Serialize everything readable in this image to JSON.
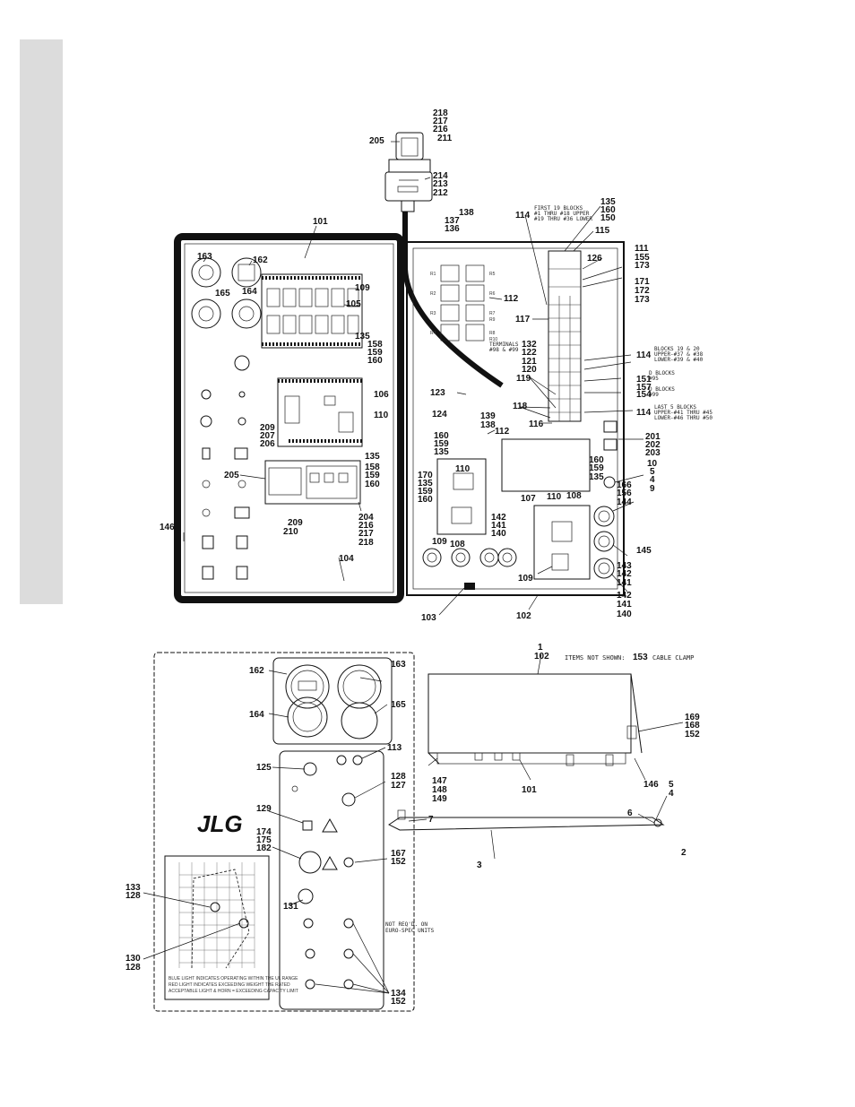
{
  "brand": {
    "logo_text": "JLG"
  },
  "notes": {
    "items_not_shown_prefix": "ITEMS NOT SHOWN:",
    "items_not_shown_number": "153",
    "items_not_shown_suffix": "CABLE CLAMP",
    "first_blocks": [
      "FIRST 19 BLOCKS",
      "#1 THRU #18 UPPER",
      "#19 THRU #36 LOWER"
    ],
    "blocks_19_20": [
      "BLOCKS 19 & 20",
      "UPPER-#37 & #38",
      "LOWER-#39 & #40"
    ],
    "blocks_d1": [
      "D BLOCKS",
      "#95"
    ],
    "blocks_d2": [
      "D BLOCKS",
      "#99"
    ],
    "last_blocks": [
      "LAST 5 BLOCKS",
      "UPPER-#41 THRU #45",
      "LOWER-#46 THRU #50"
    ],
    "terminals": [
      "TERMINALS",
      "#98 & #99"
    ],
    "not_reqd": [
      "NOT REQ'D. ON",
      "EURO-SPEC UNITS"
    ],
    "chart_caption": [
      "BLUE LIGHT INDICATES OPERATING WITHIN THE UL RANGE",
      "RED LIGHT INDICATES EXCEEDING WEIGHT THE RATED",
      "ACCEPTABLE LIGHT & HORN = EXCEEDING CAPACITY LIMIT"
    ]
  },
  "relay_tags": [
    "R1",
    "R2",
    "R3",
    "R4",
    "R5",
    "R6",
    "R7",
    "R8",
    "R9",
    "R10"
  ],
  "callouts": {
    "c218": "218",
    "c217": "217",
    "c216": "216",
    "c211": "211",
    "c205a": "205",
    "c214": "214",
    "c213": "213",
    "c212": "212",
    "c101a": "101",
    "c163a": "163",
    "c162a": "162",
    "c165a": "165",
    "c164a": "164",
    "c109a": "109",
    "c105": "105",
    "c135a": "135",
    "c158a": "158",
    "c159a": "159",
    "c160a": "160",
    "c106": "106",
    "c110a": "110",
    "c135b": "135",
    "c158b": "158",
    "c159b": "159",
    "c160b": "160",
    "c209a": "209",
    "c207": "207",
    "c206": "206",
    "c205b": "205",
    "c209b": "209",
    "c210": "210",
    "c204": "204",
    "c216b": "216",
    "c217b": "217",
    "c218b": "218",
    "c146a": "146",
    "c104": "104",
    "c138a": "138",
    "c137": "137",
    "c136": "136",
    "c112a": "112",
    "c114a": "114",
    "c135c": "135",
    "c160c": "160",
    "c150": "150",
    "c115": "115",
    "c126": "126",
    "c111": "111",
    "c155": "155",
    "c173a": "173",
    "c171": "171",
    "c172": "172",
    "c173b": "173",
    "c117": "117",
    "c132": "132",
    "c122": "122",
    "c121": "121",
    "c120": "120",
    "c119": "119",
    "c114b": "114",
    "c151": "151",
    "c157": "157",
    "c154": "154",
    "c118": "118",
    "c114c": "114",
    "c123": "123",
    "c124": "124",
    "c139": "139",
    "c138b": "138",
    "c160d": "160",
    "c159c": "159",
    "c135d": "135",
    "c112b": "112",
    "c116": "116",
    "c201": "201",
    "c202": "202",
    "c203": "203",
    "c10": "10",
    "c5a": "5",
    "c4a": "4",
    "c9": "9",
    "c170": "170",
    "c135e": "135",
    "c159d": "159",
    "c160e": "160",
    "c110b": "110",
    "c160f": "160",
    "c159e": "159",
    "c135f": "135",
    "c107": "107",
    "c110c": "110",
    "c108a": "108",
    "c166": "166",
    "c156": "156",
    "c144": "144",
    "c142a": "142",
    "c141a": "141",
    "c140a": "140",
    "c145": "145",
    "c109b": "109",
    "c108b": "108",
    "c143": "143",
    "c142b": "142",
    "c141b": "141",
    "c109c": "109",
    "c142c": "142",
    "c141c": "141",
    "c140b": "140",
    "c103": "103",
    "c102a": "102",
    "c1": "1",
    "c102b": "102",
    "c162b": "162",
    "c163b": "163",
    "c164b": "164",
    "c165b": "165",
    "c113": "113",
    "c125": "125",
    "c128a": "128",
    "c127": "127",
    "c129": "129",
    "c174": "174",
    "c175": "175",
    "c182": "182",
    "c167": "167",
    "c152a": "152",
    "c131": "131",
    "c133": "133",
    "c128b": "128",
    "c130": "130",
    "c128c": "128",
    "c134": "134",
    "c152b": "152",
    "c169": "169",
    "c168": "168",
    "c152c": "152",
    "c147": "147",
    "c148": "148",
    "c149": "149",
    "c101b": "101",
    "c146b": "146",
    "c7": "7",
    "c5b": "5",
    "c4b": "4",
    "c6": "6",
    "c2": "2",
    "c3": "3"
  }
}
